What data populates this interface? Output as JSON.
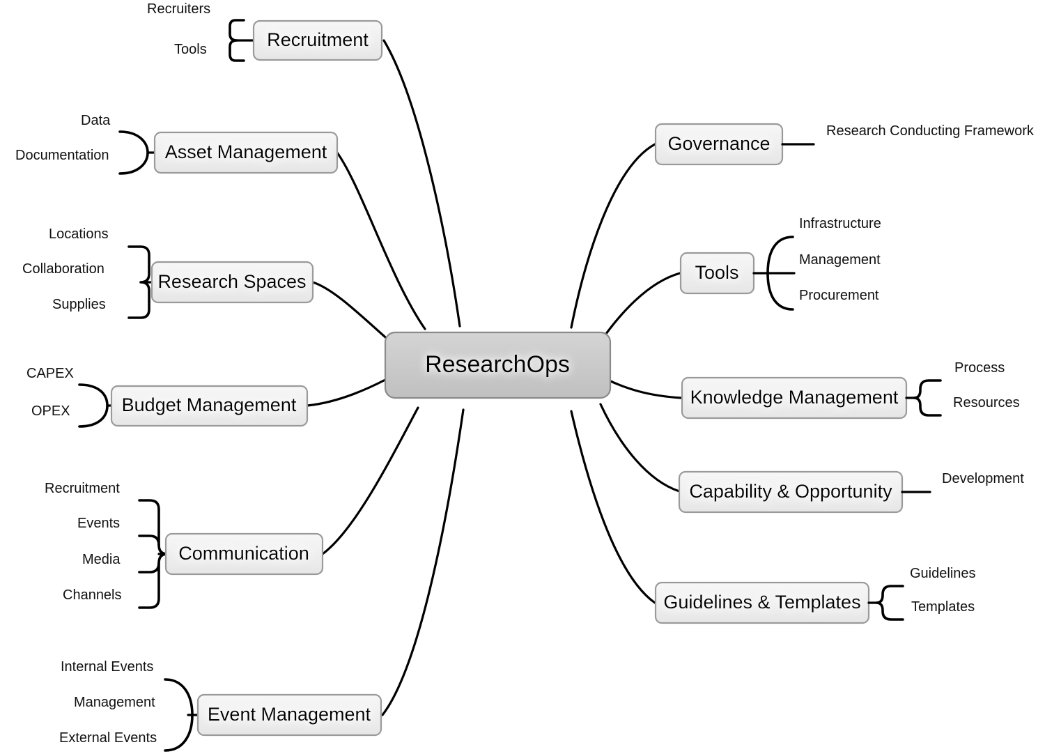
{
  "diagram": {
    "type": "mind-map",
    "title": "ResearchOps",
    "root": {
      "label": "ResearchOps",
      "fill": "#c9c9c9",
      "stroke": "#8a8a8a"
    },
    "style": {
      "branch_fill": "#efefef",
      "branch_stroke": "#9a9a9a",
      "leaf_bar_dark": "#4a4a4a",
      "leaf_bar_light": "#8c8c8c",
      "connector_color": "#000000",
      "background": "#ffffff"
    },
    "branches": [
      {
        "id": "recruitment",
        "label": "Recruitment",
        "side": "left",
        "leaves": [
          "Recruiters",
          "Tools"
        ]
      },
      {
        "id": "asset-management",
        "label": "Asset Management",
        "side": "left",
        "leaves": [
          "Data",
          "Documentation"
        ]
      },
      {
        "id": "research-spaces",
        "label": "Research Spaces",
        "side": "left",
        "leaves": [
          "Locations",
          "Collaboration",
          "Supplies"
        ]
      },
      {
        "id": "budget-management",
        "label": "Budget Management",
        "side": "left",
        "leaves": [
          "CAPEX",
          "OPEX"
        ]
      },
      {
        "id": "communication",
        "label": "Communication",
        "side": "left",
        "leaves": [
          "Recruitment",
          "Events",
          "Media",
          "Channels"
        ]
      },
      {
        "id": "event-management",
        "label": "Event Management",
        "side": "left",
        "leaves": [
          "Internal Events",
          "Management",
          "External Events"
        ]
      },
      {
        "id": "governance",
        "label": "Governance",
        "side": "right",
        "leaves": [
          "Research Conducting Framework"
        ]
      },
      {
        "id": "tools",
        "label": "Tools",
        "side": "right",
        "leaves": [
          "Infrastructure",
          "Management",
          "Procurement"
        ]
      },
      {
        "id": "knowledge-management",
        "label": "Knowledge Management",
        "side": "right",
        "leaves": [
          "Process",
          "Resources"
        ]
      },
      {
        "id": "capability-opportunity",
        "label": "Capability & Opportunity",
        "side": "right",
        "leaves": [
          "Development"
        ]
      },
      {
        "id": "guidelines-templates",
        "label": "Guidelines & Templates",
        "side": "right",
        "leaves": [
          "Guidelines",
          "Templates"
        ]
      }
    ]
  }
}
